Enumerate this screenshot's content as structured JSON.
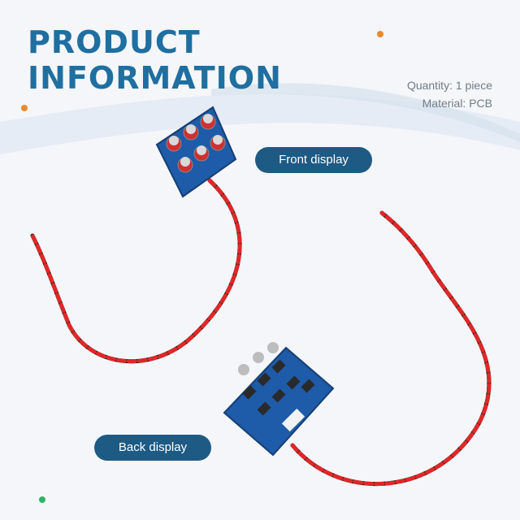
{
  "title": {
    "line1": "PRODUCT",
    "line2": "INFORMATION"
  },
  "info": {
    "quantity": "Quantity: 1 piece",
    "material": "Material: PCB"
  },
  "labels": {
    "front": "Front display",
    "back": "Back display"
  },
  "colors": {
    "title": "#1f6fa1",
    "pill": "#1d5a84",
    "accent_orange": "#e8892b",
    "accent_green": "#2fb36a",
    "wire_red": "#e02727",
    "wire_black": "#1c1c1c",
    "pcb_blue": "#1e5ba8"
  }
}
